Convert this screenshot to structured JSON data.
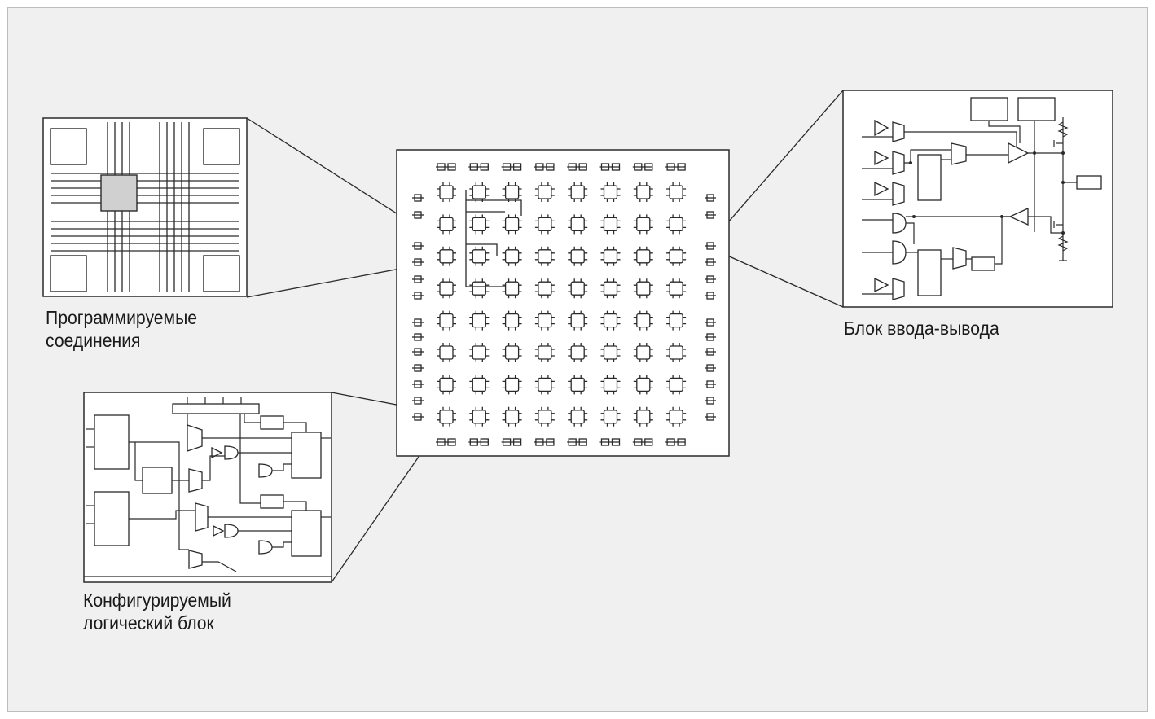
{
  "labels": {
    "interconnect": [
      "Программируемые",
      "соединения"
    ],
    "clb": [
      "Конфигурируемый",
      "логический блок"
    ],
    "io_block": [
      "Блок ввода-вывода"
    ]
  },
  "chip": {
    "clb_rows": 8,
    "clb_cols": 8,
    "io_per_top_bottom": 8
  },
  "colors": {
    "background": "#f0f0f0",
    "panel": "#ffffff",
    "line": "#2a2a2a",
    "switch_box": "#d0d0d0"
  }
}
